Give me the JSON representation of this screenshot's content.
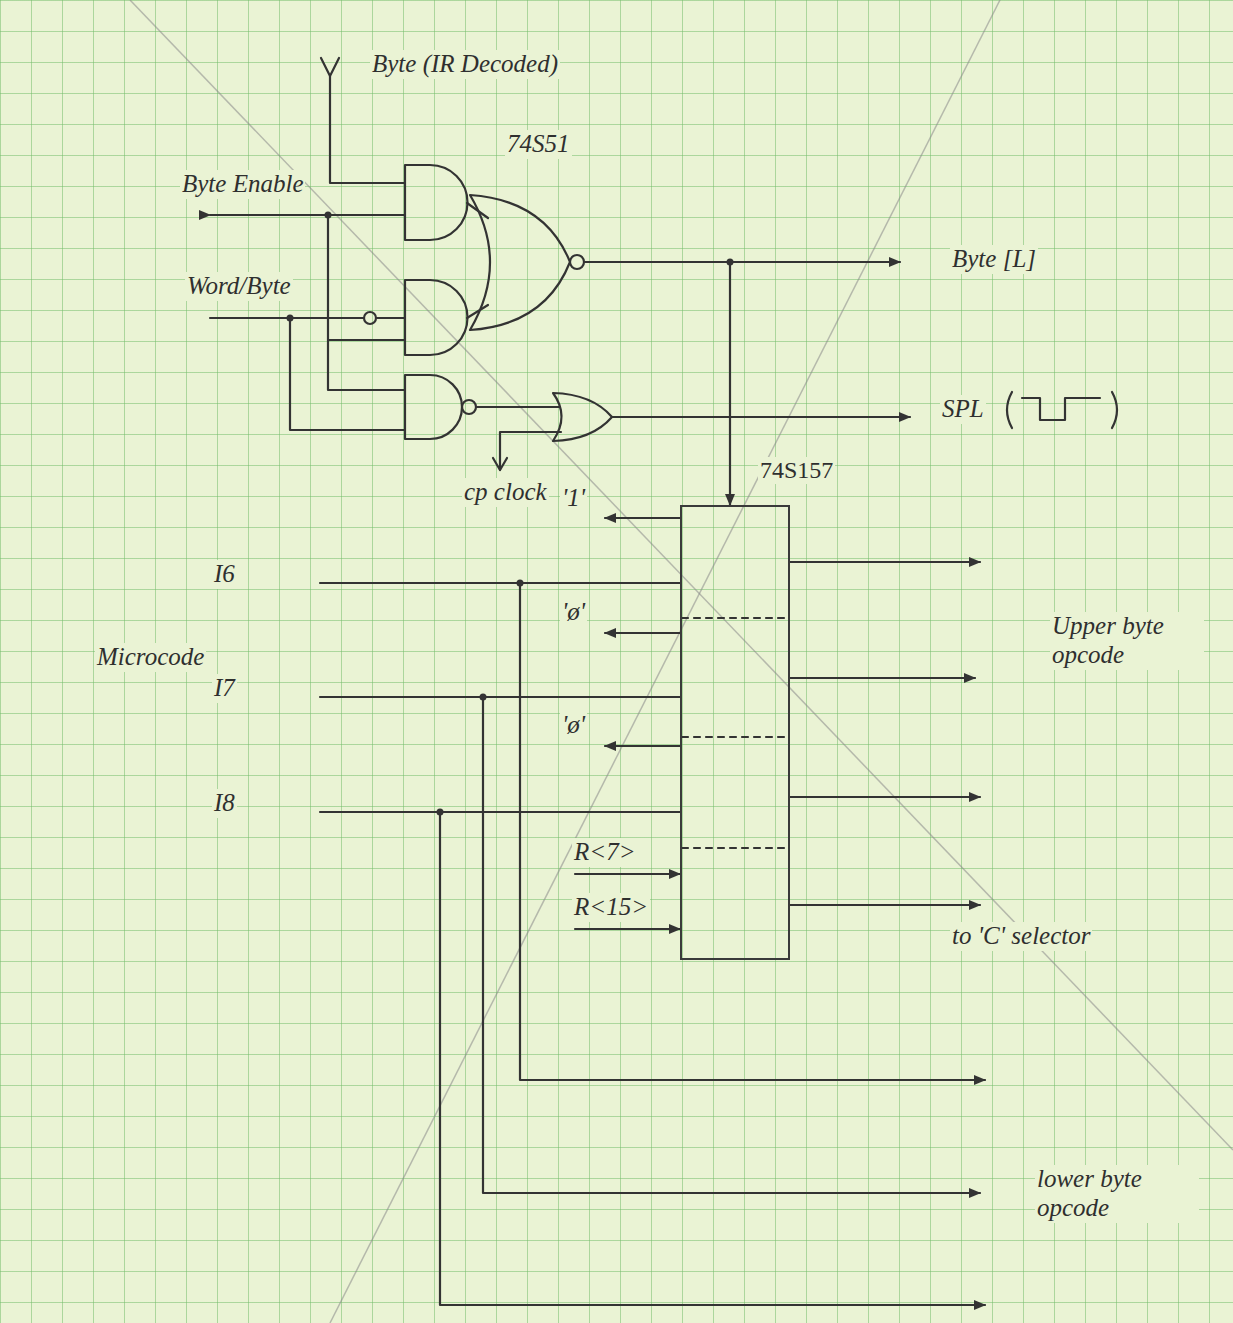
{
  "diagram": {
    "nodes": [
      {
        "text": [
          "74S157"
        ]
      }
    ],
    "labels": [
      "Byte (IR Decoded)",
      "74S51",
      "Byte Enable",
      "Word/Byte",
      "Byte [L]",
      "SPL",
      "cp clock",
      "'1'",
      "I6",
      "'ø'",
      "Microcode",
      "Upper byte opcode",
      "I7",
      "'ø'",
      "I8",
      "R<7>",
      "R<15>",
      "to 'C' selector",
      "lower byte opcode"
    ]
  }
}
